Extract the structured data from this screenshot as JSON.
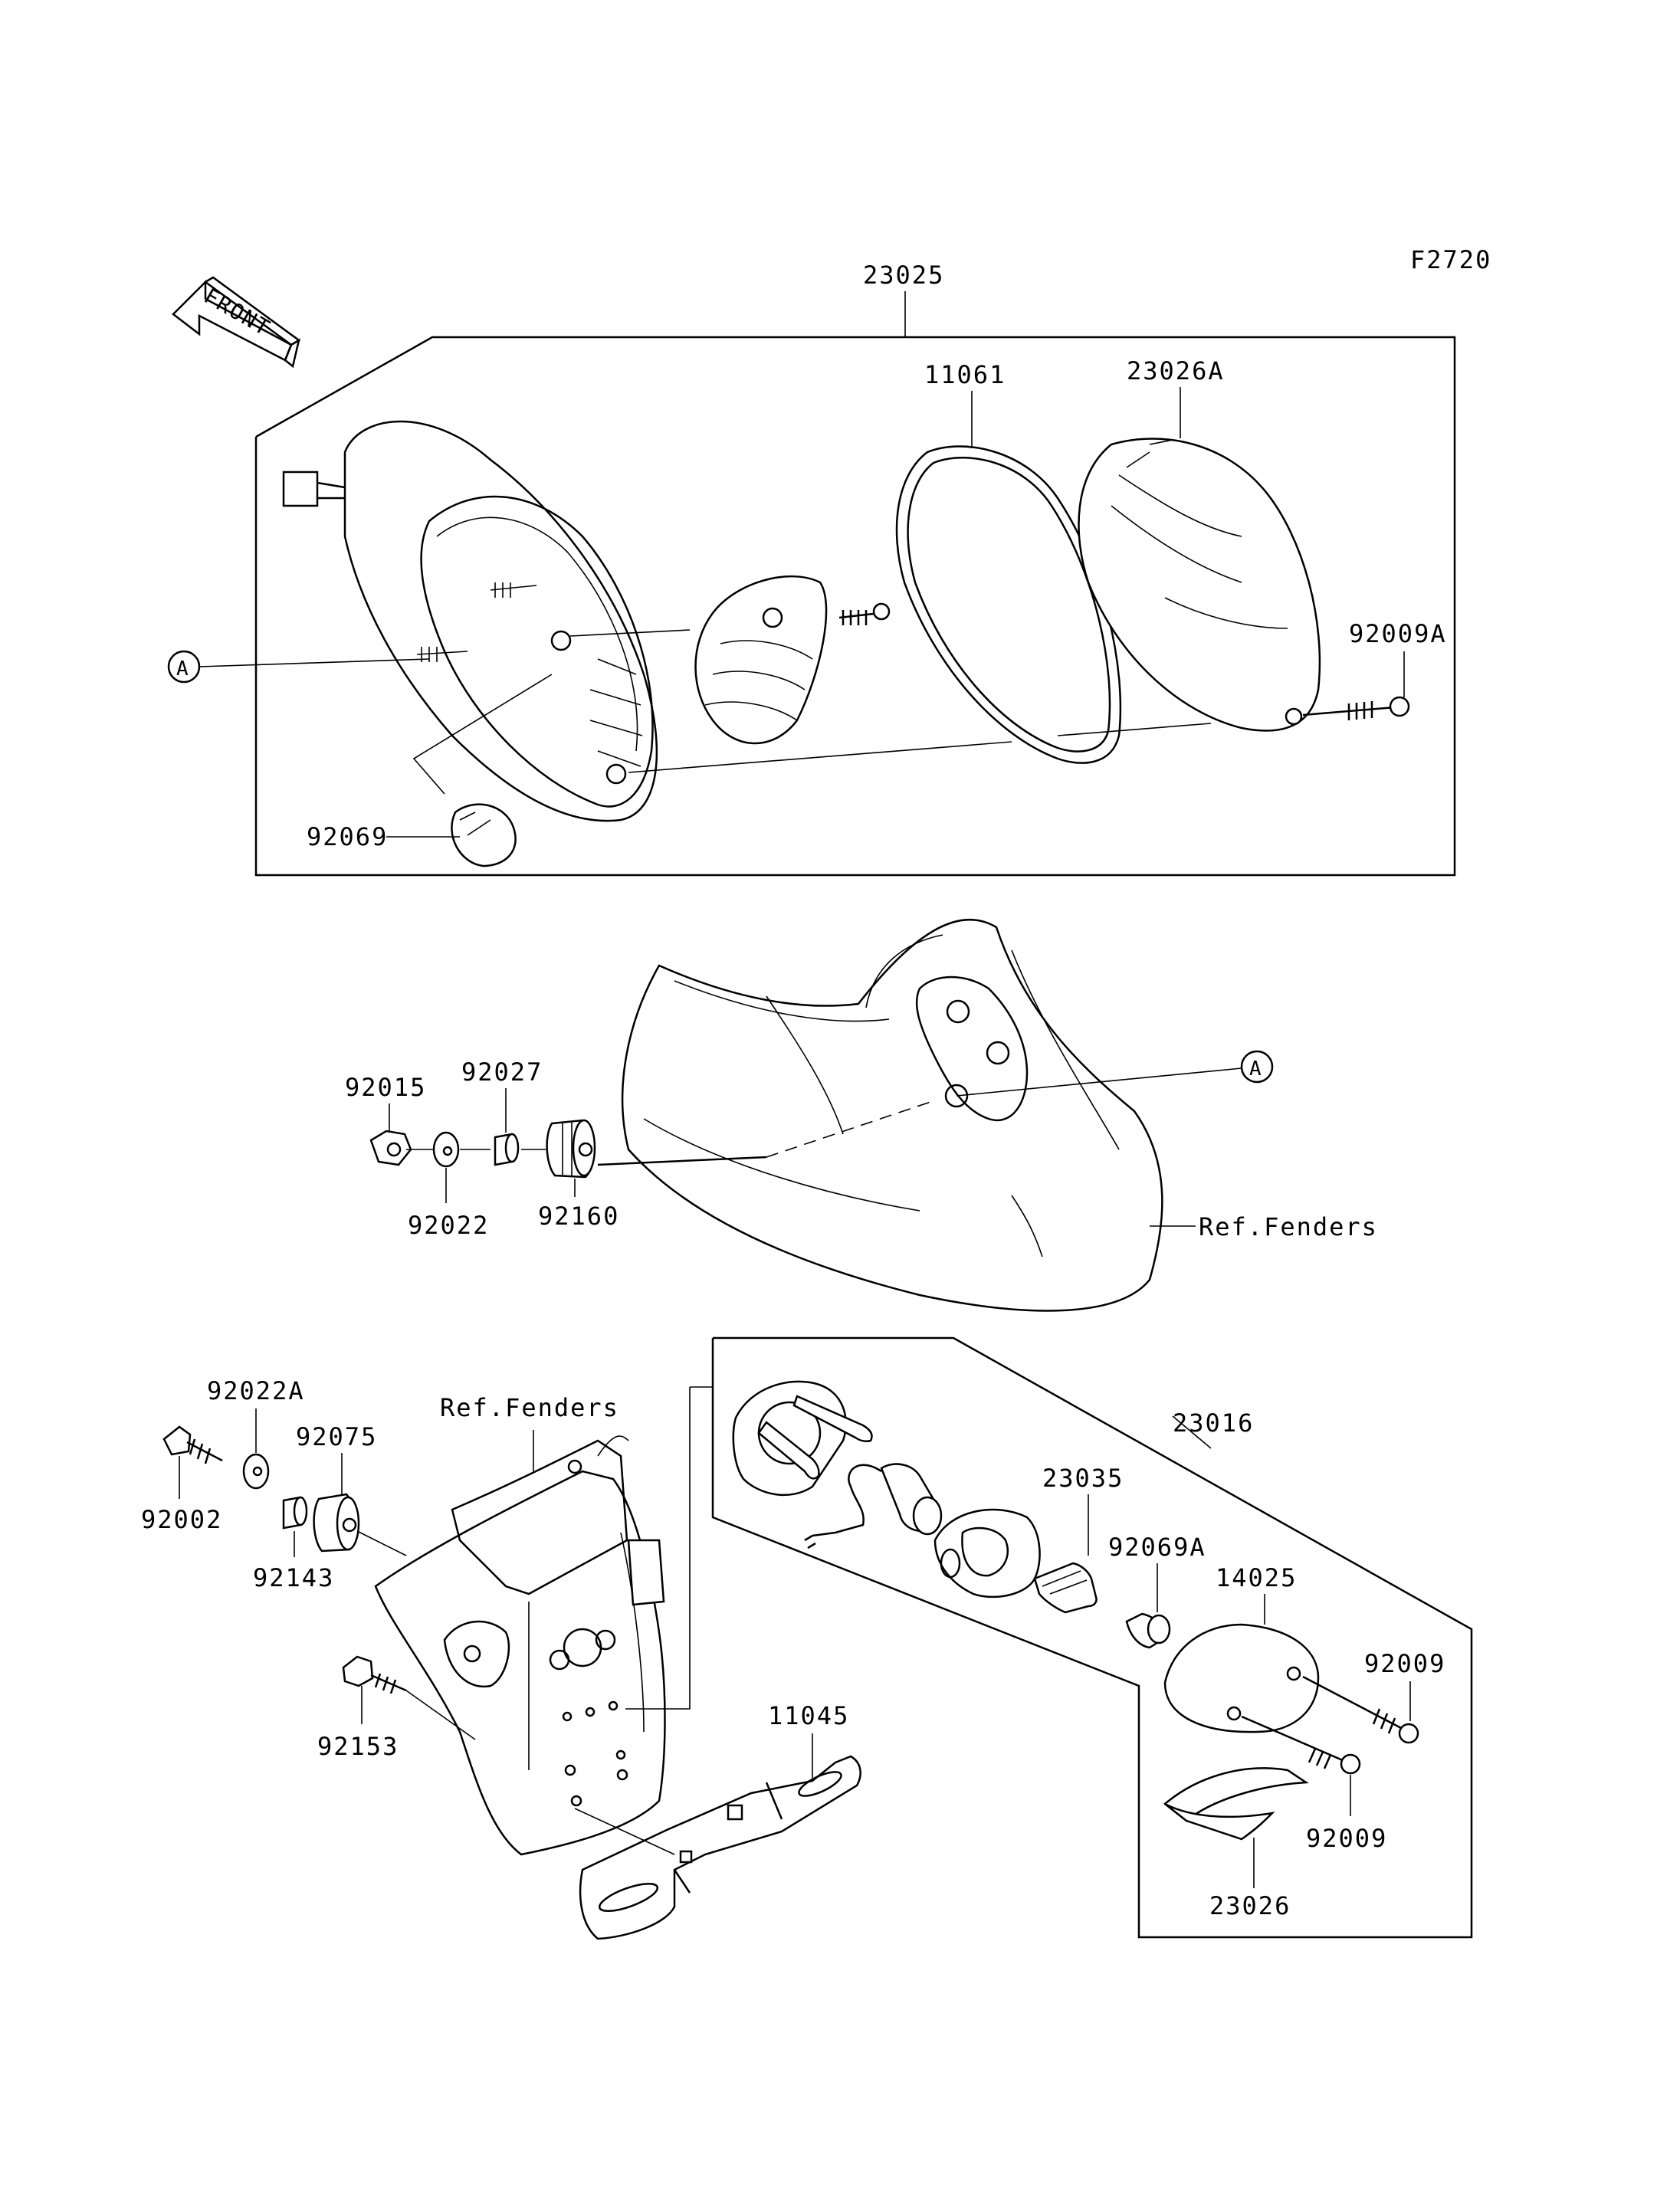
{
  "figure_code": "F2720",
  "front_label": "FRONT",
  "callouts": {
    "A_upper": "A",
    "A_lower": "A"
  },
  "parts": {
    "p23025": "23025",
    "p11061": "11061",
    "p23026A": "23026A",
    "p92009A": "92009A",
    "p92069": "92069",
    "p92015": "92015",
    "p92027": "92027",
    "p92022": "92022",
    "p92160": "92160",
    "p92022A": "92022A",
    "p92075": "92075",
    "p92002": "92002",
    "p92143": "92143",
    "p92153": "92153",
    "p11045": "11045",
    "p23016": "23016",
    "p23035": "23035",
    "p92069A": "92069A",
    "p14025": "14025",
    "p92009_upper": "92009",
    "p92009_lower": "92009",
    "p23026": "23026"
  },
  "references": {
    "fenders_upper": "Ref.Fenders",
    "fenders_lower": "Ref.Fenders"
  }
}
